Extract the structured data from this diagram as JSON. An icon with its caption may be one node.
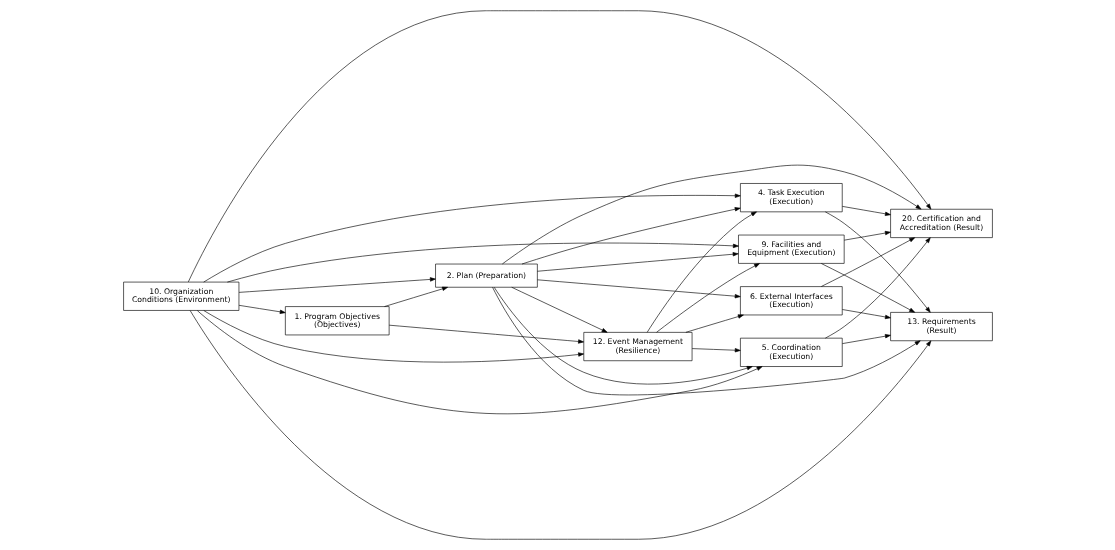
{
  "diagram": {
    "nodes": [
      {
        "text": [
          "10. Organization Conditions (Environment)"
        ]
      },
      {
        "text": [
          "4. Task Execution (Execution)"
        ]
      },
      {
        "text": [
          "5. Coordination (Execution)"
        ]
      },
      {
        "text": [
          "20. Certification and Accreditation (Result)"
        ]
      },
      {
        "text": [
          "6. External Interfaces (Execution)"
        ]
      },
      {
        "text": [
          "1. Program Objectives (Objectives)"
        ]
      },
      {
        "text": [
          "12. Event Management (Resilience)"
        ]
      },
      {
        "text": [
          "13. Requirements (Result)"
        ]
      },
      {
        "text": [
          "9. Facilities and Equipment (Execution)"
        ]
      },
      {
        "text": [
          "2. Plan (Preparation)"
        ]
      }
    ],
    "edges": [
      {
        "from": 0,
        "to": 5,
        "arrow": "to"
      },
      {
        "from": 0,
        "to": 9,
        "arrow": "to"
      },
      {
        "from": 0,
        "to": 6,
        "arrow": "to"
      },
      {
        "from": 0,
        "to": 1,
        "arrow": "to"
      },
      {
        "from": 0,
        "to": 2,
        "arrow": "to"
      },
      {
        "from": 0,
        "to": 3,
        "arrow": "to"
      },
      {
        "from": 0,
        "to": 7,
        "arrow": "to"
      },
      {
        "from": 0,
        "to": 8,
        "arrow": "to"
      },
      {
        "from": 5,
        "to": 6,
        "arrow": "to"
      },
      {
        "from": 5,
        "to": 9,
        "arrow": "to"
      },
      {
        "from": 9,
        "to": 6,
        "arrow": "to"
      },
      {
        "from": 9,
        "to": 1,
        "arrow": "to"
      },
      {
        "from": 9,
        "to": 2,
        "arrow": "to"
      },
      {
        "from": 9,
        "to": 4,
        "arrow": "to"
      },
      {
        "from": 9,
        "to": 7,
        "arrow": "to"
      },
      {
        "from": 9,
        "to": 8,
        "arrow": "to"
      },
      {
        "from": 9,
        "to": 3,
        "arrow": "to"
      },
      {
        "from": 6,
        "to": 1,
        "arrow": "to"
      },
      {
        "from": 6,
        "to": 2,
        "arrow": "to"
      },
      {
        "from": 6,
        "to": 4,
        "arrow": "to"
      },
      {
        "from": 6,
        "to": 8,
        "arrow": "to"
      },
      {
        "from": 1,
        "to": 3,
        "arrow": "to"
      },
      {
        "from": 1,
        "to": 7,
        "arrow": "to"
      },
      {
        "from": 2,
        "to": 3,
        "arrow": "to"
      },
      {
        "from": 2,
        "to": 7,
        "arrow": "to"
      },
      {
        "from": 4,
        "to": 3,
        "arrow": "to"
      },
      {
        "from": 4,
        "to": 7,
        "arrow": "to"
      },
      {
        "from": 8,
        "to": 3,
        "arrow": "to"
      },
      {
        "from": 8,
        "to": 7,
        "arrow": "to"
      }
    ]
  }
}
